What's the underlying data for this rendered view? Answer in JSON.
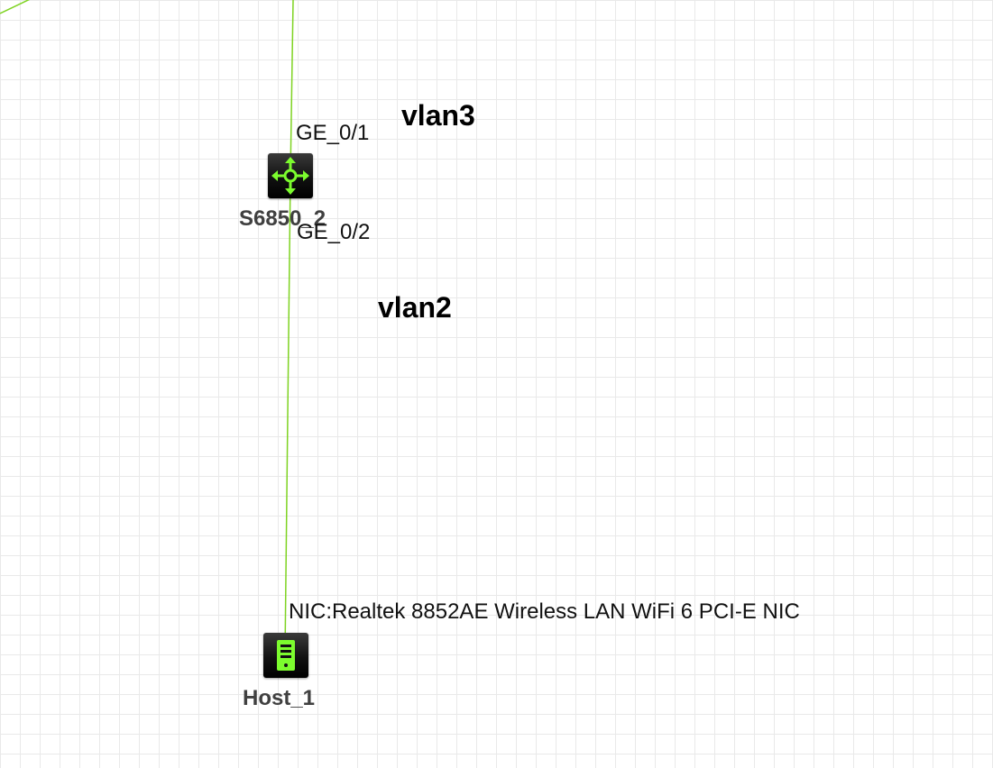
{
  "colors": {
    "link": "#7ed321",
    "device_icon": "#7cfc2e",
    "grid": "#e9e9e9"
  },
  "devices": {
    "switch": {
      "name": "S6850_2",
      "icon": "switch-arrows-icon"
    },
    "host": {
      "name": "Host_1",
      "icon": "host-tower-icon"
    }
  },
  "ports": {
    "switch_uplink": "GE_0/1",
    "switch_downlink": "GE_0/2",
    "host_nic": "NIC:Realtek 8852AE Wireless LAN WiFi 6 PCI-E NIC"
  },
  "vlans": {
    "upper": "vlan3",
    "lower": "vlan2"
  }
}
